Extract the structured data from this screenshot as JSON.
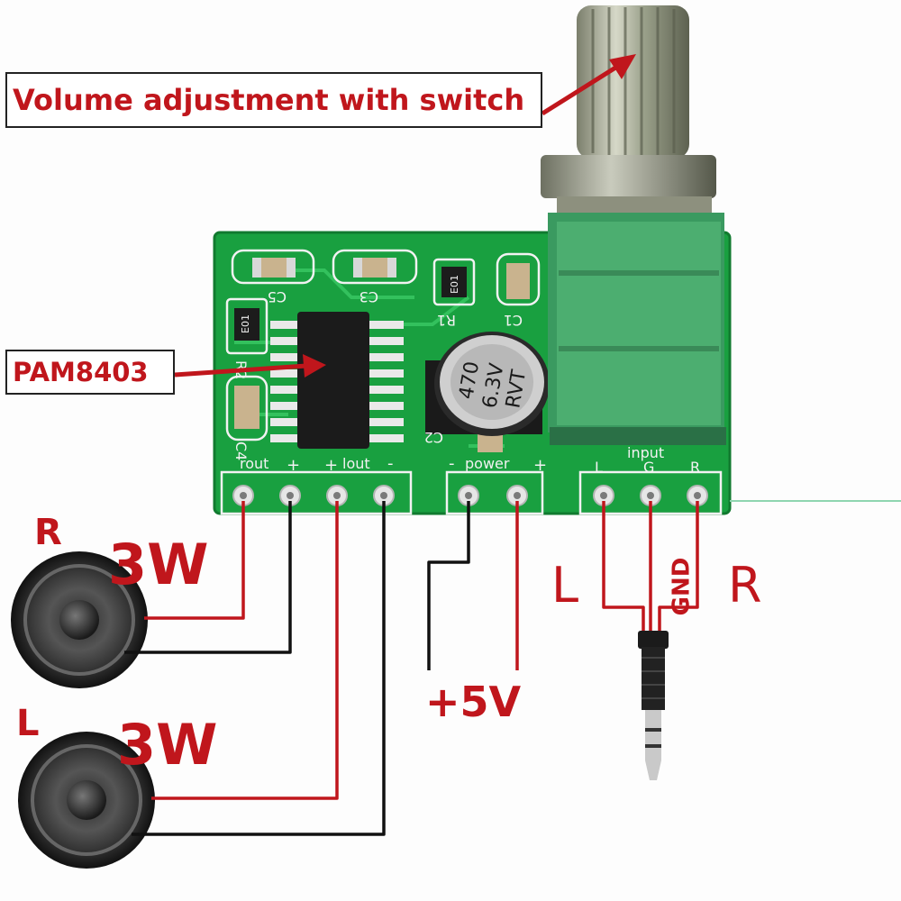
{
  "callouts": {
    "volume": "Volume adjustment with switch",
    "chip": "PAM8403"
  },
  "speakers": {
    "right": {
      "channel": "R",
      "power": "3W"
    },
    "left": {
      "channel": "L",
      "power": "3W"
    }
  },
  "power_supply": "+5V",
  "input_jack": {
    "left": "L",
    "ground": "GND",
    "right": "R"
  },
  "pcb": {
    "headers": {
      "rout": "rout",
      "lout": "lout",
      "power": "power",
      "input": "input"
    },
    "pin_labels": {
      "plus": "+",
      "minus": "-",
      "in_l": "L",
      "in_g": "G",
      "in_r": "R"
    },
    "components": [
      "C5",
      "C3",
      "E01",
      "C1",
      "R1",
      "R2",
      "C4",
      "C2",
      "E01"
    ],
    "capacitor_text": [
      "470",
      "6.3V",
      "RVT"
    ]
  },
  "colors": {
    "accent": "#c0161c",
    "pcb_green": "#19a040",
    "wire_red": "#c0161c",
    "wire_black": "#111111"
  }
}
